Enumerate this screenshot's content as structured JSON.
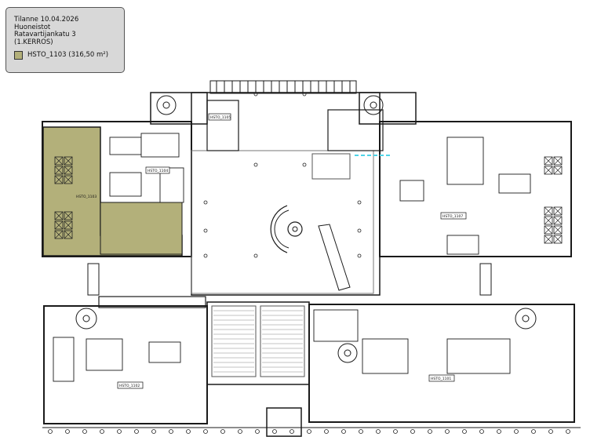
{
  "legend": {
    "date_line": "Tilanne 10.04.2026",
    "category": "Huoneistot",
    "address": "Ratavartijankatu 3",
    "floor": "(1.KERROS)",
    "highlight_label": "HSTO_1103 (316,50 m²)",
    "highlight_color": "#b3b07a"
  },
  "units": {
    "hsto_1103": "HSTO_1103",
    "hsto_1104": "HSTO_1104",
    "hsto_1105": "HSTO_1105",
    "hsto_1107": "HSTO_1107",
    "hsto_1102": "HSTO_1102",
    "hsto_1101": "HSTO_1101"
  }
}
